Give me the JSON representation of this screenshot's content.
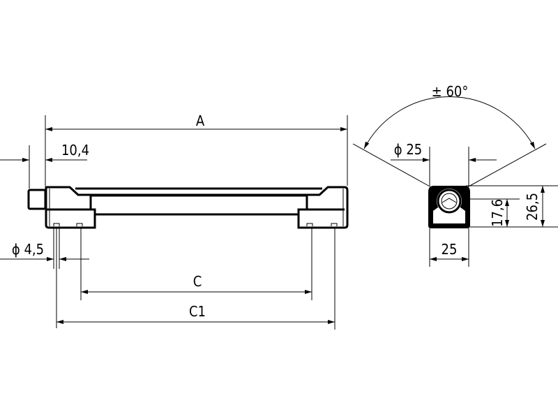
{
  "drawing": {
    "side_view": {
      "dim_overall_length": "A",
      "dim_end_offset": "10,4",
      "dim_hole_diameter": "ϕ 4,5",
      "dim_hole_spacing_inner": "C",
      "dim_hole_spacing_outer": "C1"
    },
    "end_view": {
      "dim_swivel_angle": "± 60°",
      "dim_tube_diameter": "ϕ 25",
      "dim_width": "25",
      "dim_axis_height": "17,6",
      "dim_total_height": "26,5"
    }
  }
}
